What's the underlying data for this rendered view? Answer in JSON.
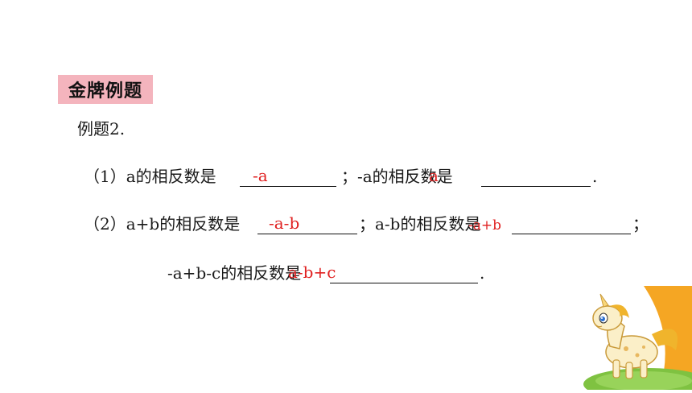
{
  "section_badge": "金牌例题",
  "example_title": "例题2.",
  "q1": {
    "prefix": "（1）a的相反数是",
    "answer1": "-a",
    "middle": "；-a的相反数是",
    "answer2": "a",
    "end": "."
  },
  "q2": {
    "prefix": "（2）a+b的相反数是",
    "answer1": "-a-b",
    "middle": "；a-b的相反数是",
    "answer2": "-a+b",
    "end": "；"
  },
  "q3": {
    "prefix": "-a+b-c的相反数是",
    "answer": "a-b+c",
    "end": "."
  },
  "colors": {
    "badge_bg": "#f4b4bd",
    "answer": "#e02020"
  },
  "decoration_icon": "pony-mascot-icon"
}
